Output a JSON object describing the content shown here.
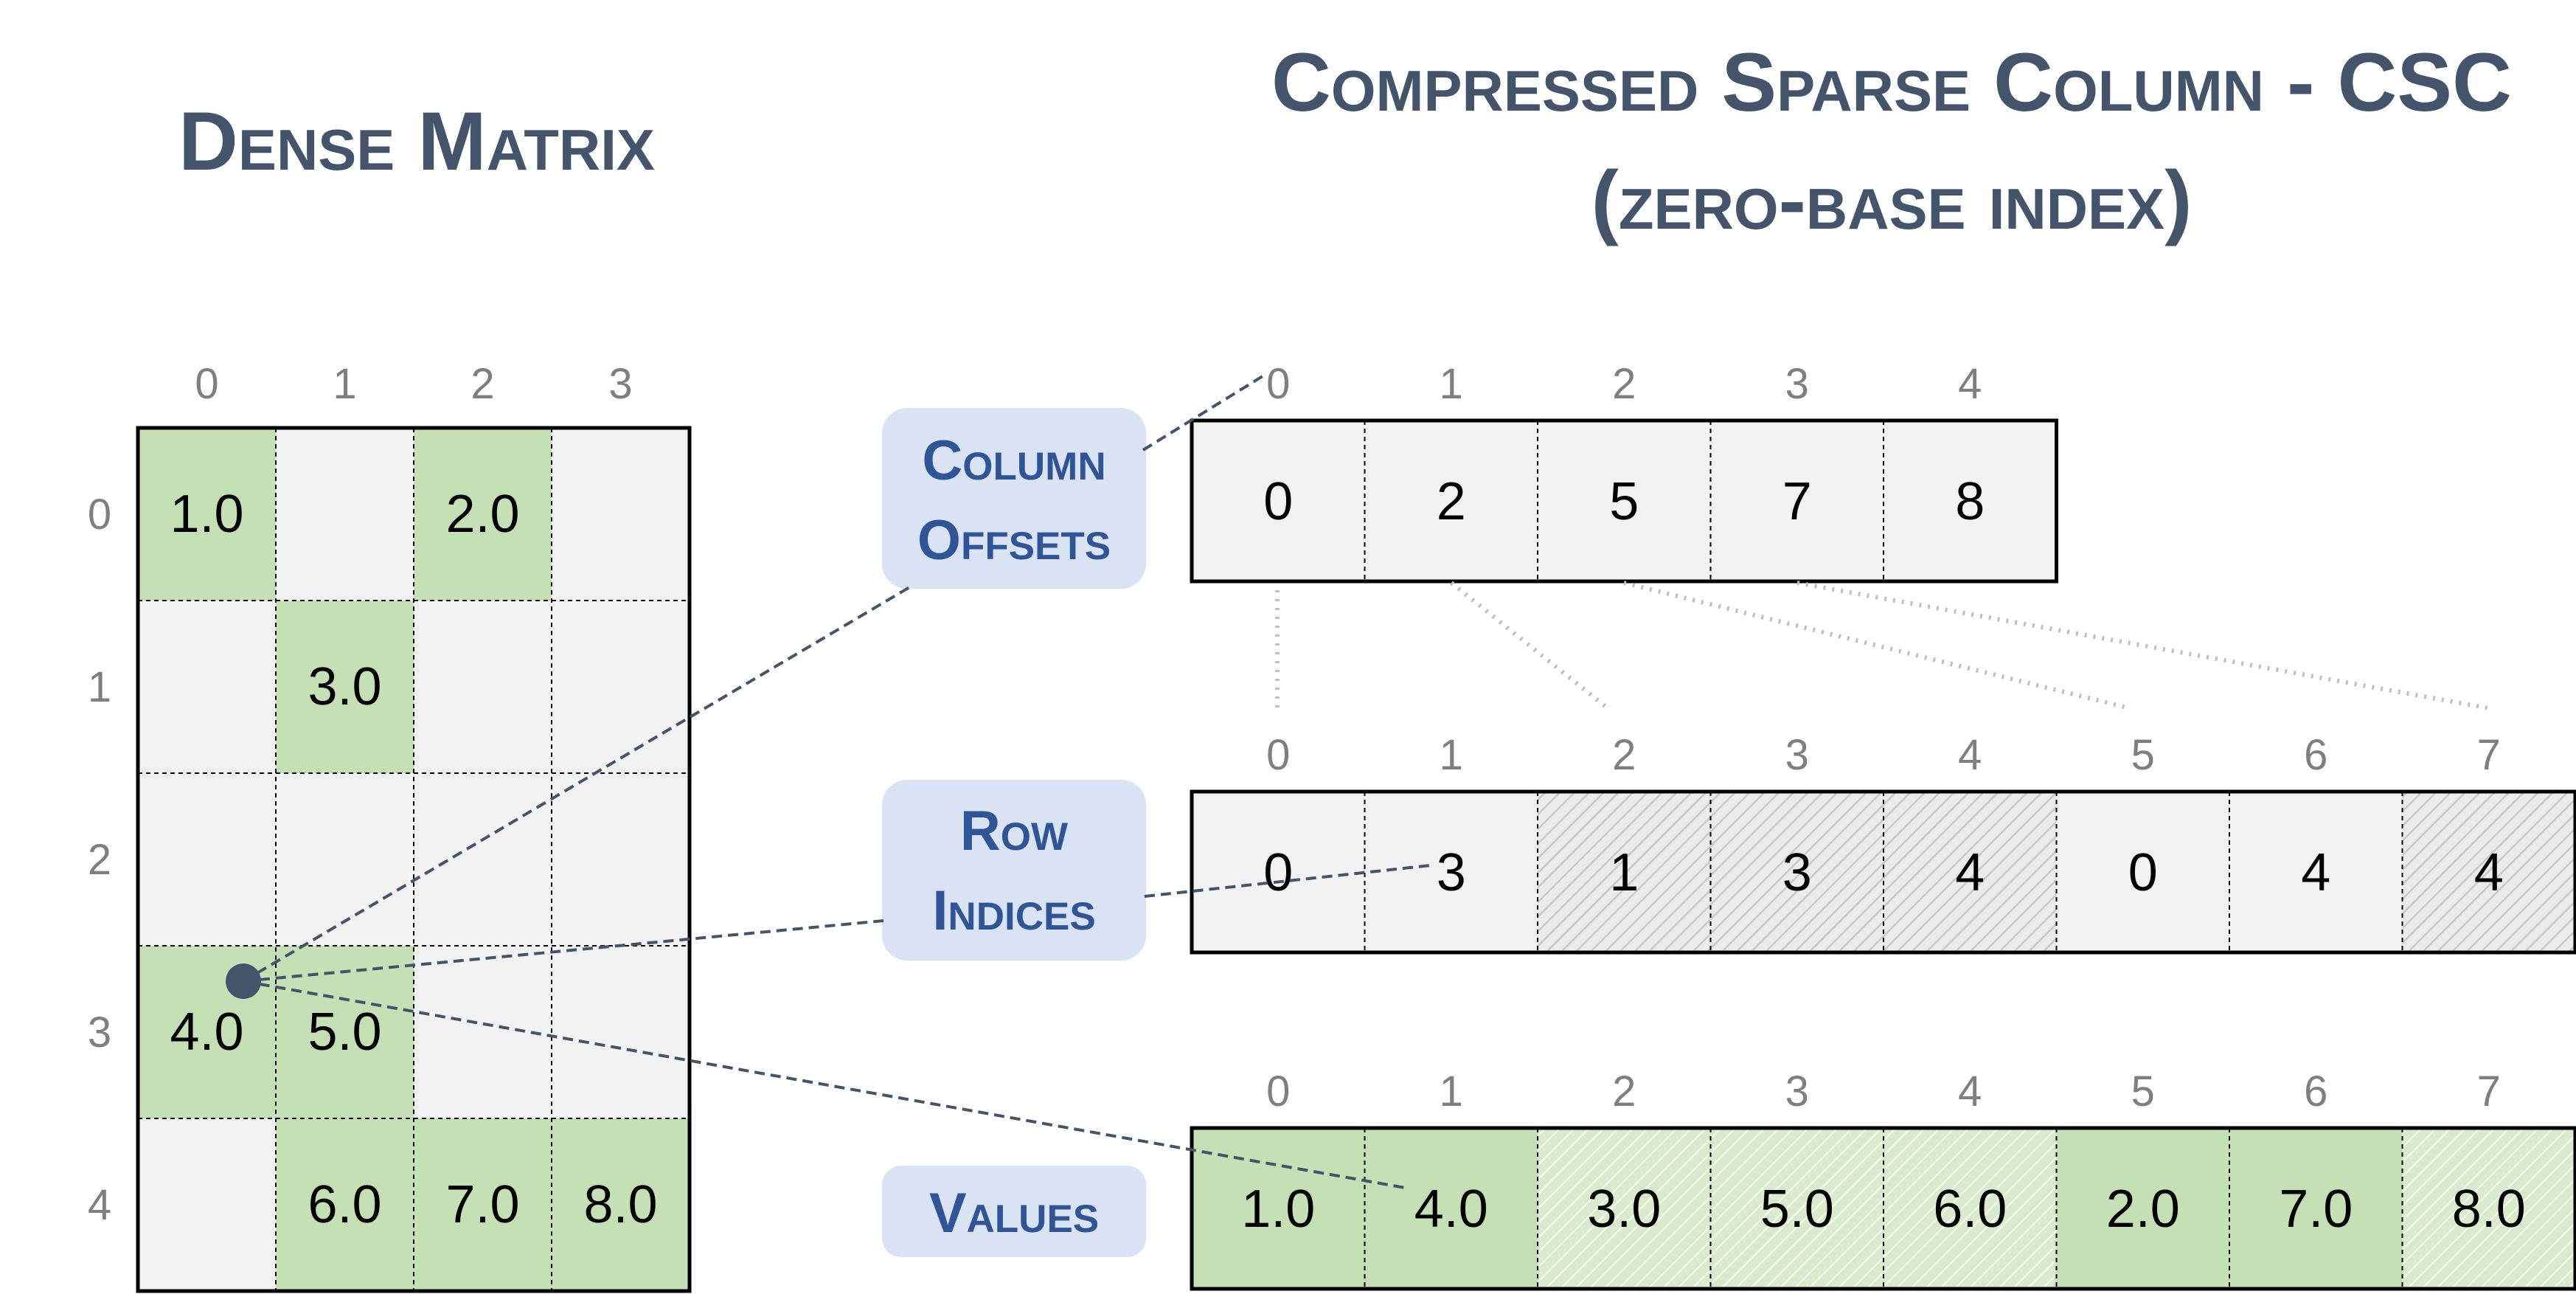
{
  "titles": {
    "dense": "Dense Matrix",
    "csc_line1": "Compressed Sparse Column - CSC",
    "csc_line2": "(zero-base index)"
  },
  "dense_matrix": {
    "col_indices": [
      "0",
      "1",
      "2",
      "3"
    ],
    "row_indices": [
      "0",
      "1",
      "2",
      "3",
      "4"
    ],
    "cells": [
      [
        "1.0",
        "",
        "2.0",
        ""
      ],
      [
        "",
        "3.0",
        "",
        ""
      ],
      [
        "",
        "",
        "",
        ""
      ],
      [
        "4.0",
        "5.0",
        "",
        ""
      ],
      [
        "",
        "6.0",
        "7.0",
        "8.0"
      ]
    ]
  },
  "labels": {
    "column_offsets_1": "Column",
    "column_offsets_2": "Offsets",
    "row_indices_1": "Row",
    "row_indices_2": "Indices",
    "values": "Values"
  },
  "column_offsets": {
    "indices": [
      "0",
      "1",
      "2",
      "3",
      "4"
    ],
    "values": [
      "0",
      "2",
      "5",
      "7",
      "8"
    ]
  },
  "row_indices": {
    "indices": [
      "0",
      "1",
      "2",
      "3",
      "4",
      "5",
      "6",
      "7"
    ],
    "values": [
      "0",
      "3",
      "1",
      "3",
      "4",
      "0",
      "4",
      "4"
    ]
  },
  "values": {
    "indices": [
      "0",
      "1",
      "2",
      "3",
      "4",
      "5",
      "6",
      "7"
    ],
    "values": [
      "1.0",
      "4.0",
      "3.0",
      "5.0",
      "6.0",
      "2.0",
      "7.0",
      "8.0"
    ]
  },
  "colors": {
    "title": "#44546a",
    "label_text": "#2f5597",
    "label_bg": "#dae3f3",
    "cell_gray": "#f2f2f2",
    "cell_green": "#c5e0b4",
    "index_gray": "#7f7f7f",
    "connector": "#44546a"
  }
}
